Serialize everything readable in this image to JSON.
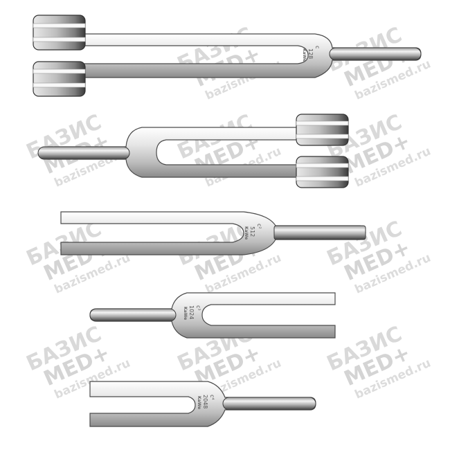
{
  "watermark": {
    "line1": "БАЗИС",
    "line2": "MED+",
    "line3": "bazismed.ru"
  },
  "forks": [
    {
      "note": "c",
      "frequency": "128",
      "maker": "KaWe",
      "dampers": true
    },
    {
      "note": "",
      "frequency": "",
      "maker": "",
      "dampers": true
    },
    {
      "note": "c²",
      "frequency": "512",
      "maker": "KaWe",
      "dampers": false
    },
    {
      "note": "c³",
      "frequency": "1024",
      "maker": "KaWe",
      "dampers": false
    },
    {
      "note": "c⁴",
      "frequency": "2048",
      "maker": "KaWe",
      "dampers": false
    }
  ],
  "colors": {
    "steel_light": "#f2f2f2",
    "steel_mid": "#c8c8c8",
    "steel_dark": "#6a6a6a",
    "outline": "#4a4a4a",
    "watermark": "#d9d9d9"
  }
}
